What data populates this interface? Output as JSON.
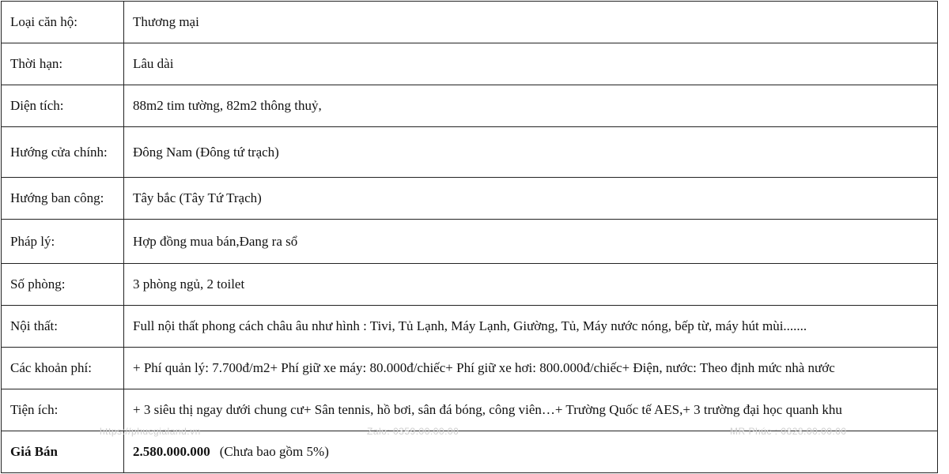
{
  "rows": [
    {
      "label": "Loại căn hộ:",
      "value": "Thương mại"
    },
    {
      "label": "Thời hạn:",
      "value": "Lâu dài"
    },
    {
      "label": "Diện tích:",
      "value": "88m2 tim tường, 82m2 thông thuỷ,"
    },
    {
      "label": "Hướng cửa chính:",
      "value": "Đông Nam (Đông tứ trạch)"
    },
    {
      "label": "Hướng ban công:",
      "value": "Tây bắc (Tây Tứ Trạch)"
    },
    {
      "label": "Pháp lý:",
      "value": "Hợp đồng mua bán,Đang ra sổ"
    },
    {
      "label": "Số phòng:",
      "value": "3 phòng ngủ, 2 toilet"
    },
    {
      "label": "Nội thất:",
      "value": "Full nội thất phong cách châu âu như hình : Tivi, Tủ Lạnh, Máy Lạnh, Giường, Tủ, Máy nước nóng, bếp từ, máy hút mùi......."
    },
    {
      "label": "Các khoản phí:",
      "value": "+ Phí quản lý: 7.700đ/m2+ Phí giữ xe máy: 80.000đ/chiếc+ Phí giữ xe hơi: 800.000đ/chiếc+ Điện, nước: Theo định mức nhà nước"
    },
    {
      "label": "Tiện ích:",
      "value": "+ 3 siêu thị ngay dưới chung cư+ Sân tennis, hồ bơi, sân đá bóng, công viên…+ Trường Quốc tế AES,+ 3 trường đại học quanh khu"
    }
  ],
  "price": {
    "label": "Giá Bán",
    "amount": "2.580.000.000",
    "note": "(Chưa bao gồm 5%)"
  },
  "watermarks": [
    "https://phucgialand.vn",
    "Zalo: 0359.00.00.00",
    "MR Phúc : 0828.00.00.00"
  ]
}
